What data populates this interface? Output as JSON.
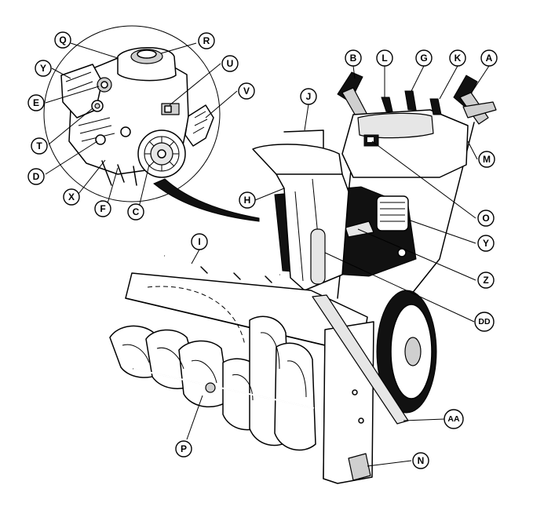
{
  "callouts": [
    {
      "id": "A",
      "label": "A"
    },
    {
      "id": "B",
      "label": "B"
    },
    {
      "id": "L",
      "label": "L"
    },
    {
      "id": "G",
      "label": "G"
    },
    {
      "id": "K",
      "label": "K"
    },
    {
      "id": "J",
      "label": "J"
    },
    {
      "id": "M",
      "label": "M"
    },
    {
      "id": "H",
      "label": "H"
    },
    {
      "id": "O",
      "label": "O"
    },
    {
      "id": "Y2",
      "label": "Y"
    },
    {
      "id": "Z",
      "label": "Z"
    },
    {
      "id": "DD",
      "label": "DD"
    },
    {
      "id": "I",
      "label": "I"
    },
    {
      "id": "AA",
      "label": "AA"
    },
    {
      "id": "N",
      "label": "N"
    },
    {
      "id": "P",
      "label": "P"
    },
    {
      "id": "Q",
      "label": "Q"
    },
    {
      "id": "R",
      "label": "R"
    },
    {
      "id": "Y1",
      "label": "Y"
    },
    {
      "id": "U",
      "label": "U"
    },
    {
      "id": "E",
      "label": "E"
    },
    {
      "id": "V",
      "label": "V"
    },
    {
      "id": "T",
      "label": "T"
    },
    {
      "id": "D",
      "label": "D"
    },
    {
      "id": "X",
      "label": "X"
    },
    {
      "id": "F",
      "label": "F"
    },
    {
      "id": "C",
      "label": "C"
    }
  ]
}
